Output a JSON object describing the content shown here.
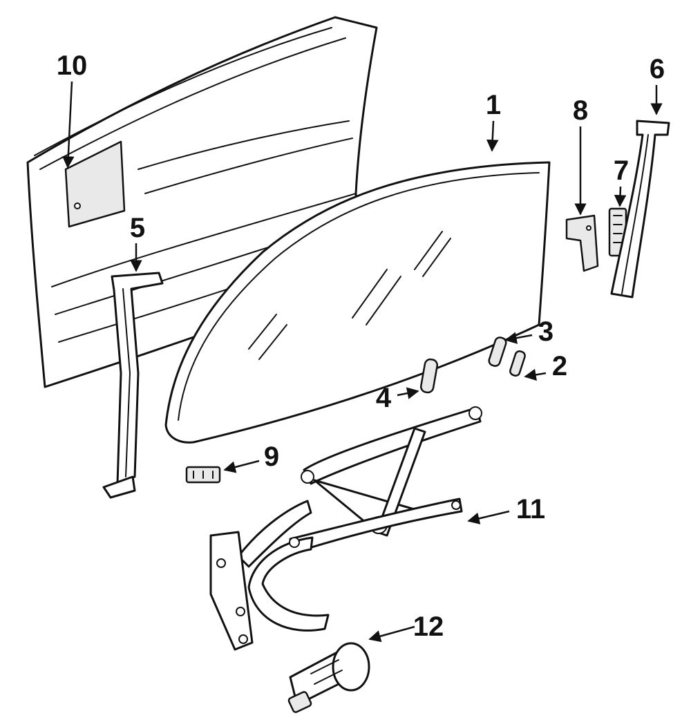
{
  "callouts": [
    {
      "id": "c1",
      "label": "1"
    },
    {
      "id": "c2",
      "label": "2"
    },
    {
      "id": "c3",
      "label": "3"
    },
    {
      "id": "c4",
      "label": "4"
    },
    {
      "id": "c5",
      "label": "5"
    },
    {
      "id": "c6",
      "label": "6"
    },
    {
      "id": "c7",
      "label": "7"
    },
    {
      "id": "c8",
      "label": "8"
    },
    {
      "id": "c9",
      "label": "9"
    },
    {
      "id": "c10",
      "label": "10"
    },
    {
      "id": "c11",
      "label": "11"
    },
    {
      "id": "c12",
      "label": "12"
    }
  ],
  "colors": {
    "line": "#111111",
    "background": "#ffffff",
    "shade": "#e9e9e9"
  }
}
